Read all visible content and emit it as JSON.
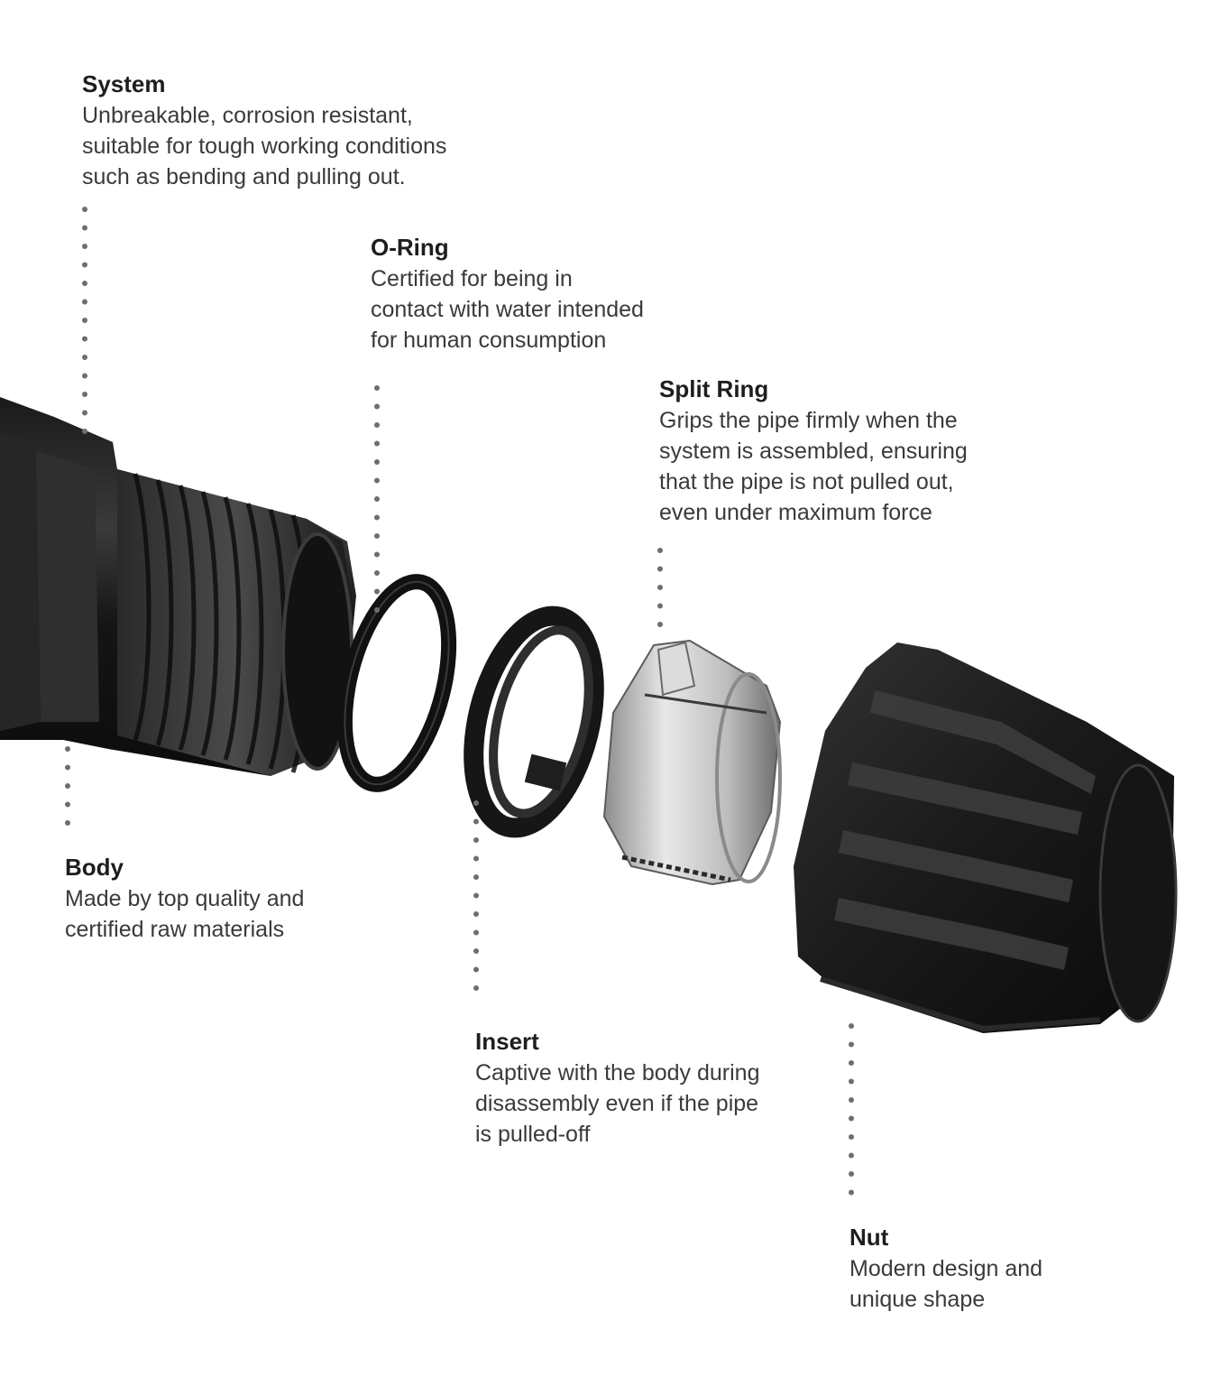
{
  "callouts": {
    "system": {
      "title": "System",
      "lines": [
        "Unbreakable, corrosion resistant,",
        "suitable for tough working conditions",
        "such as bending and pulling out."
      ]
    },
    "oring": {
      "title": "O-Ring",
      "lines": [
        "Certified for being in",
        "contact with water intended",
        "for human consumption"
      ]
    },
    "splitring": {
      "title": "Split Ring",
      "lines": [
        "Grips the pipe firmly when the",
        "system is assembled, ensuring",
        "that the pipe is not pulled out,",
        "even under maximum force"
      ]
    },
    "body": {
      "title": "Body",
      "lines": [
        "Made by top quality and",
        "certified raw materials"
      ]
    },
    "insert": {
      "title": "Insert",
      "lines": [
        "Captive with the body during",
        "disassembly even if the pipe",
        "is pulled-off"
      ]
    },
    "nut": {
      "title": "Nut",
      "lines": [
        "Modern design and",
        "unique shape"
      ]
    }
  },
  "colors": {
    "text": "#3a3a3a",
    "heading": "#1e1e1e",
    "dots": "#6e6e6e",
    "part_dark": "#1c1c1c",
    "part_silver": "#c8c8c8"
  }
}
